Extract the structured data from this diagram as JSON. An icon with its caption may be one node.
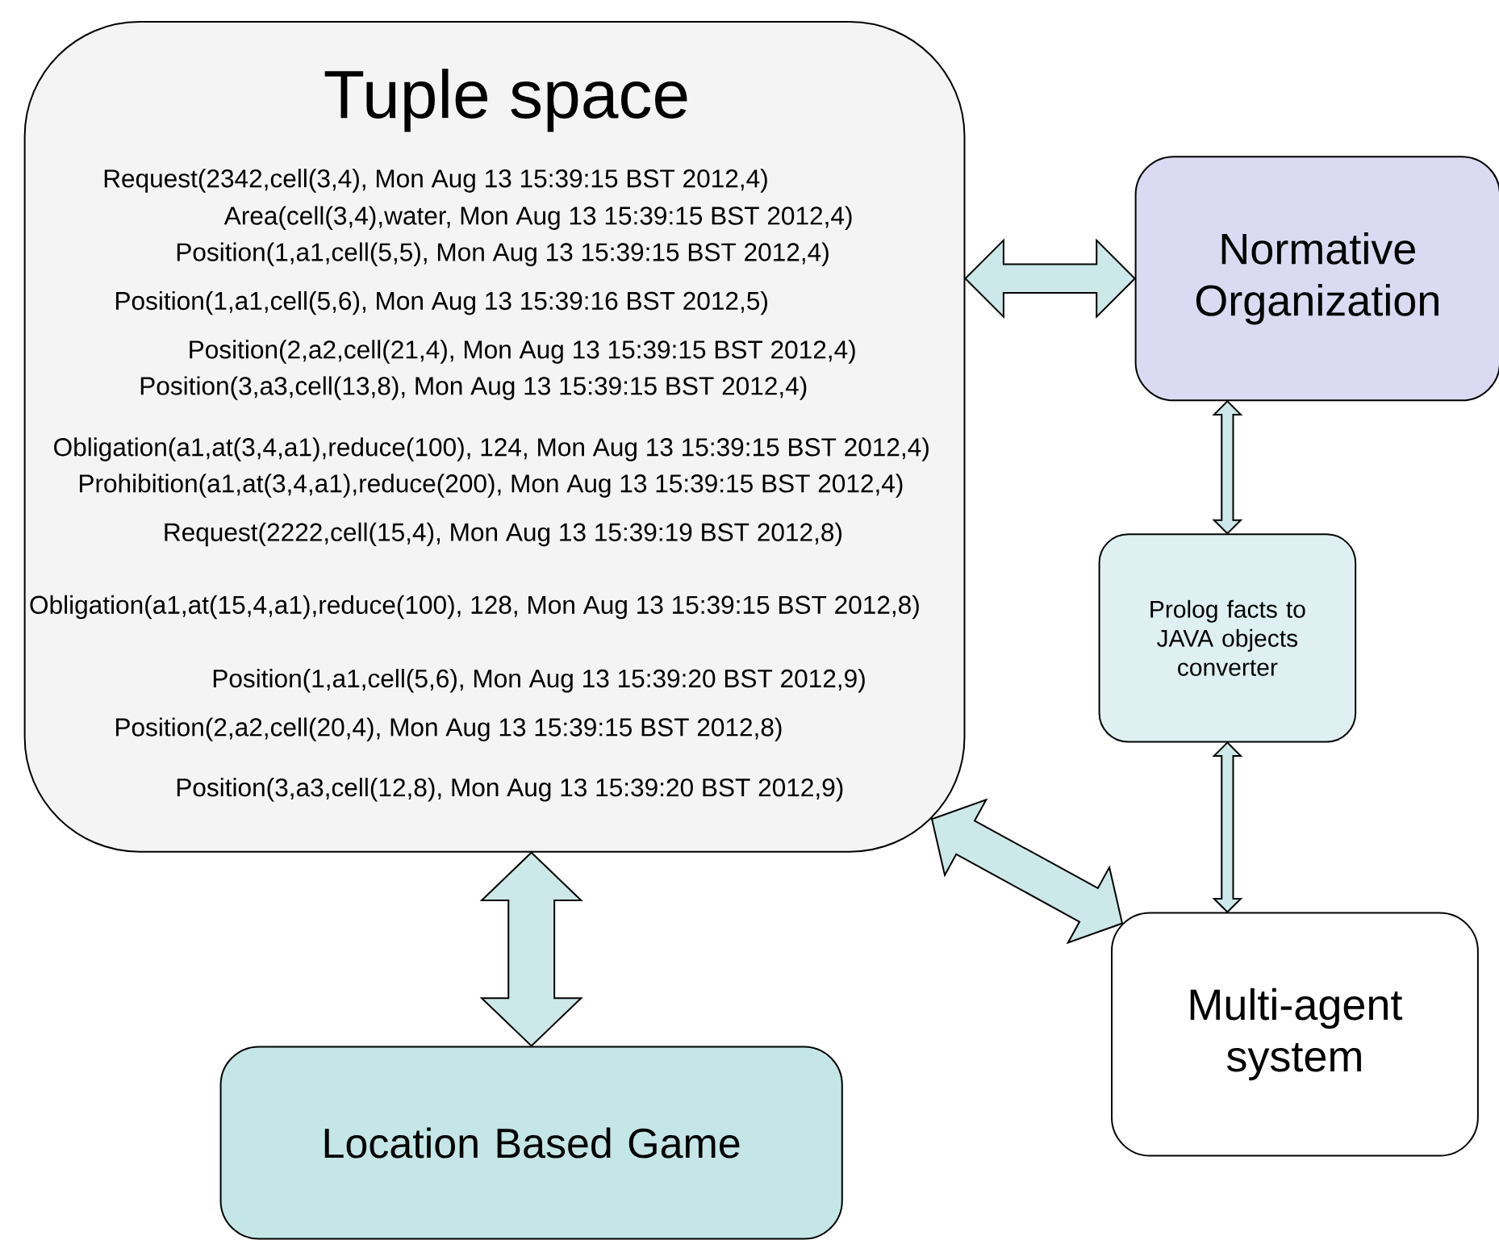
{
  "diagram": {
    "nodes": [
      {
        "text": [
          "Tuple space",
          "Request(2342,cell(3,4), Mon Aug 13 15:39:15 BST 2012,4)",
          "Area(cell(3,4),water, Mon Aug 13 15:39:15 BST 2012,4)",
          "Position(1,a1,cell(5,5), Mon Aug 13 15:39:15 BST 2012,4)",
          "Position(1,a1,cell(5,6), Mon Aug 13 15:39:16 BST 2012,5)",
          "Position(2,a2,cell(21,4), Mon Aug 13 15:39:15 BST 2012,4)",
          "Position(3,a3,cell(13,8), Mon Aug 13 15:39:15 BST 2012,4)",
          "Obligation(a1,at(3,4,a1),reduce(100), 124, Mon Aug 13 15:39:15 BST 2012,4)",
          "Prohibition(a1,at(3,4,a1),reduce(200), Mon Aug 13 15:39:15 BST 2012,4)",
          "Request(2222,cell(15,4), Mon Aug 13 15:39:19 BST 2012,8)",
          "Obligation(a1,at(15,4,a1),reduce(100), 128, Mon Aug 13 15:39:15 BST 2012,8)",
          "Position(1,a1,cell(5,6), Mon Aug 13 15:39:20 BST 2012,9)",
          "Position(2,a2,cell(20,4), Mon Aug 13 15:39:15 BST 2012,8)",
          "Position(3,a3,cell(12,8), Mon Aug 13 15:39:20 BST 2012,9)"
        ]
      },
      {
        "text": [
          "Normative Organization"
        ]
      },
      {
        "text": [
          "Prolog facts to JAVA objects converter"
        ]
      },
      {
        "text": [
          "Multi-agent system"
        ]
      },
      {
        "text": [
          "Location Based Game"
        ]
      }
    ],
    "edges": [
      {
        "from": 0,
        "to": 1,
        "arrow": "both"
      },
      {
        "from": 1,
        "to": 2,
        "arrow": "both"
      },
      {
        "from": 2,
        "to": 3,
        "arrow": "both"
      },
      {
        "from": 0,
        "to": 3,
        "arrow": "both"
      },
      {
        "from": 0,
        "to": 4,
        "arrow": "both"
      }
    ]
  }
}
